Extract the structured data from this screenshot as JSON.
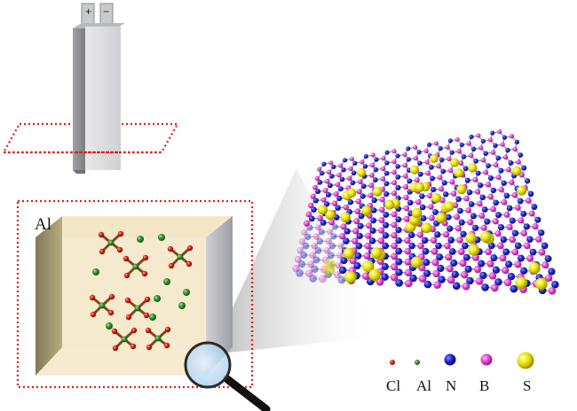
{
  "battery": {
    "terminals": [
      "+",
      "−"
    ]
  },
  "cell": {
    "label": "Al"
  },
  "legend": [
    {
      "symbol": "Cl",
      "color": "#e0201a",
      "size": "small"
    },
    {
      "symbol": "Al",
      "color": "#2f8a2a",
      "size": "small"
    },
    {
      "symbol": "N",
      "color": "#1d22c8",
      "size": "large"
    },
    {
      "symbol": "B",
      "color": "#e33fd0",
      "size": "large"
    },
    {
      "symbol": "S",
      "color": "#e8e000",
      "size": "xlarge"
    }
  ],
  "icons": [
    "magnifier-icon",
    "battery-icon"
  ]
}
